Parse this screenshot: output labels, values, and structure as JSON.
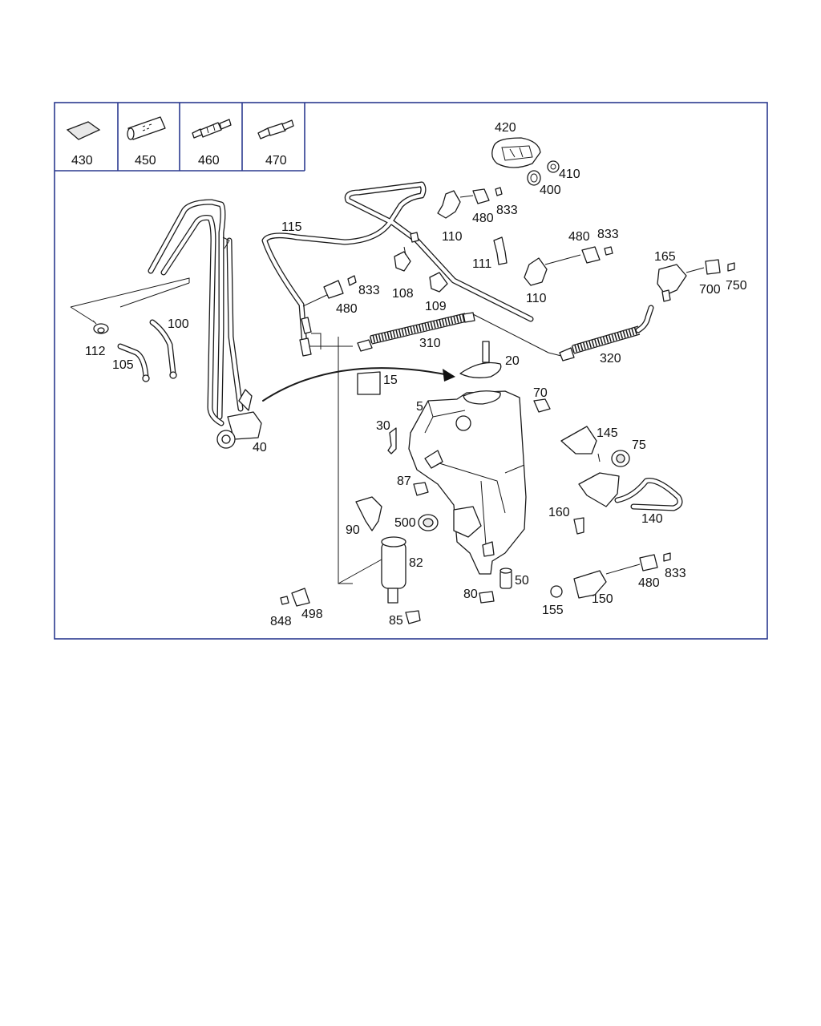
{
  "legend": [
    {
      "id": "430",
      "label": "430",
      "icon": "seal-pad-icon"
    },
    {
      "id": "450",
      "label": "450",
      "icon": "hose-sleeve-icon"
    },
    {
      "id": "460",
      "label": "460",
      "icon": "double-connector-icon"
    },
    {
      "id": "470",
      "label": "470",
      "icon": "straight-connector-icon"
    }
  ],
  "parts": {
    "p5": "5",
    "p15": "15",
    "p20": "20",
    "p30": "30",
    "p40": "40",
    "p50": "50",
    "p70": "70",
    "p75": "75",
    "p80": "80",
    "p82": "82",
    "p85": "85",
    "p87": "87",
    "p90": "90",
    "p100": "100",
    "p105": "105",
    "p108": "108",
    "p109": "109",
    "p110a": "110",
    "p110b": "110",
    "p111": "111",
    "p112": "112",
    "p115": "115",
    "p140": "140",
    "p145": "145",
    "p150": "150",
    "p155": "155",
    "p160": "160",
    "p165": "165",
    "p310": "310",
    "p320": "320",
    "p400": "400",
    "p410": "410",
    "p420": "420",
    "p480a": "480",
    "p480b": "480",
    "p480c": "480",
    "p480d": "480",
    "p498": "498",
    "p500": "500",
    "p700": "700",
    "p750": "750",
    "p833a": "833",
    "p833b": "833",
    "p833c": "833",
    "p833d": "833",
    "p848": "848"
  },
  "colors": {
    "frame": "#2b3a8f",
    "line": "#1a1a1a"
  }
}
